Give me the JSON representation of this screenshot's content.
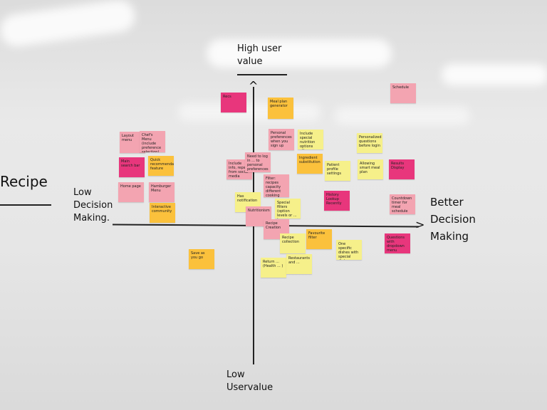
{
  "board_title": "Recipe",
  "axes": {
    "top": "High user value",
    "bottom": "Low Uservalue",
    "left": "Low Decision Making.",
    "right": "Better Decision Making"
  },
  "notes": [
    {
      "text": "Recs",
      "color": "magenta"
    },
    {
      "text": "Meal plan generator",
      "color": "orange"
    },
    {
      "text": "Personal preferences when you sign up",
      "color": "pink"
    },
    {
      "text": "Include special nutrition options allow ...",
      "color": "yellow"
    },
    {
      "text": "Personalized questions before login",
      "color": "yellow"
    },
    {
      "text": "Schedule",
      "color": "pink"
    },
    {
      "text": "Layout menu",
      "color": "pink"
    },
    {
      "text": "Chef's Menu (include preference selection)",
      "color": "pink"
    },
    {
      "text": "Main search bar",
      "color": "magenta"
    },
    {
      "text": "Quick recommendation feature",
      "color": "orange"
    },
    {
      "text": "Home page",
      "color": "pink"
    },
    {
      "text": "Hamburger Menu",
      "color": "pink"
    },
    {
      "text": "Interactive community",
      "color": "orange"
    },
    {
      "text": "Save as you go",
      "color": "orange"
    },
    {
      "text": "Include info, reps from social media",
      "color": "pink"
    },
    {
      "text": "Need to log in ... to personal preferences",
      "color": "pink"
    },
    {
      "text": "Ingredient substitution",
      "color": "orange"
    },
    {
      "text": "Patient profile settings",
      "color": "yellow"
    },
    {
      "text": "Allowing smart meal plan",
      "color": "yellow"
    },
    {
      "text": "Results Display",
      "color": "magenta"
    },
    {
      "text": "History Lookup Recently",
      "color": "magenta"
    },
    {
      "text": "Countdown timer for meal schedule",
      "color": "pink"
    },
    {
      "text": "Filter: recipes capacity different cooking levels",
      "color": "pink"
    },
    {
      "text": "Has notification",
      "color": "yellow"
    },
    {
      "text": "Special filters (option levels or ... )",
      "color": "yellow"
    },
    {
      "text": "Nutritionism",
      "color": "pink"
    },
    {
      "text": "Recipe Creation",
      "color": "pink"
    },
    {
      "text": "Recipe collection",
      "color": "yellow"
    },
    {
      "text": "Favourite filter",
      "color": "orange"
    },
    {
      "text": "One specific dishes with special dietary preferences",
      "color": "yellow"
    },
    {
      "text": "Questions with dropdown menu",
      "color": "magenta"
    },
    {
      "text": "Return ... (Health ... )",
      "color": "yellow"
    },
    {
      "text": "Restaurants and ... ",
      "color": "yellow"
    }
  ]
}
